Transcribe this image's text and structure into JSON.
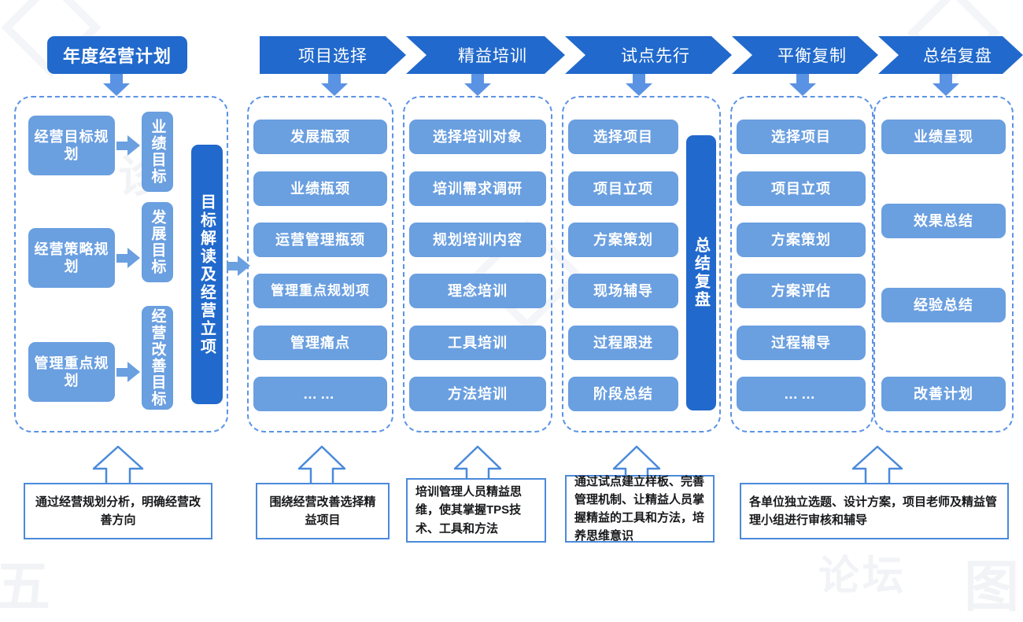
{
  "title_box": {
    "label": "年度经营计划"
  },
  "phases": [
    {
      "label": "项目选择"
    },
    {
      "label": "精益培训"
    },
    {
      "label": "试点先行"
    },
    {
      "label": "平衡复制"
    },
    {
      "label": "总结复盘"
    }
  ],
  "column1": {
    "plans": [
      {
        "label": "经营目标规划"
      },
      {
        "label": "经营策略规划"
      },
      {
        "label": "管理重点规划"
      }
    ],
    "goals": [
      {
        "label": "业绩目标"
      },
      {
        "label": "发展目标"
      },
      {
        "label": "经营改善目标"
      }
    ],
    "side_label": "目标解读及经营立项"
  },
  "column2": {
    "items": [
      {
        "label": "发展瓶颈"
      },
      {
        "label": "业绩瓶颈"
      },
      {
        "label": "运营管理瓶颈"
      },
      {
        "label": "管理重点规划项"
      },
      {
        "label": "管理痛点"
      },
      {
        "label": "……"
      }
    ]
  },
  "column3": {
    "items": [
      {
        "label": "选择培训对象"
      },
      {
        "label": "培训需求调研"
      },
      {
        "label": "规划培训内容"
      },
      {
        "label": "理念培训"
      },
      {
        "label": "工具培训"
      },
      {
        "label": "方法培训"
      }
    ]
  },
  "column4": {
    "items": [
      {
        "label": "选择项目"
      },
      {
        "label": "项目立项"
      },
      {
        "label": "方案策划"
      },
      {
        "label": "现场辅导"
      },
      {
        "label": "过程跟进"
      },
      {
        "label": "阶段总结"
      }
    ],
    "side_label": "总结复盘"
  },
  "column5": {
    "items": [
      {
        "label": "选择项目"
      },
      {
        "label": "项目立项"
      },
      {
        "label": "方案策划"
      },
      {
        "label": "方案评估"
      },
      {
        "label": "过程辅导"
      },
      {
        "label": "……"
      }
    ]
  },
  "column6": {
    "items": [
      {
        "label": "业绩呈现"
      },
      {
        "label": "效果总结"
      },
      {
        "label": "经验总结"
      },
      {
        "label": "改善计划"
      }
    ]
  },
  "captions": [
    {
      "text": "通过经营规划分析，明确经营改善方向"
    },
    {
      "text": "围绕经营改善选择精益项目"
    },
    {
      "text": "培训管理人员精益思维，使其掌握TPS技术、工具和方法"
    },
    {
      "text": "通过试点建立样板、完善管理机制、让精益人员掌握精益的工具和方法，培养思维意识"
    },
    {
      "text": "各单位独立选题、设计方案，项目老师及精益管理小组进行审核和辅导"
    }
  ],
  "colors": {
    "dark_blue": "#2169cc",
    "light_blue": "#6a9fe0",
    "dashed_border": "#5b93e4",
    "caption_border": "#4a8ada",
    "background": "#ffffff"
  }
}
